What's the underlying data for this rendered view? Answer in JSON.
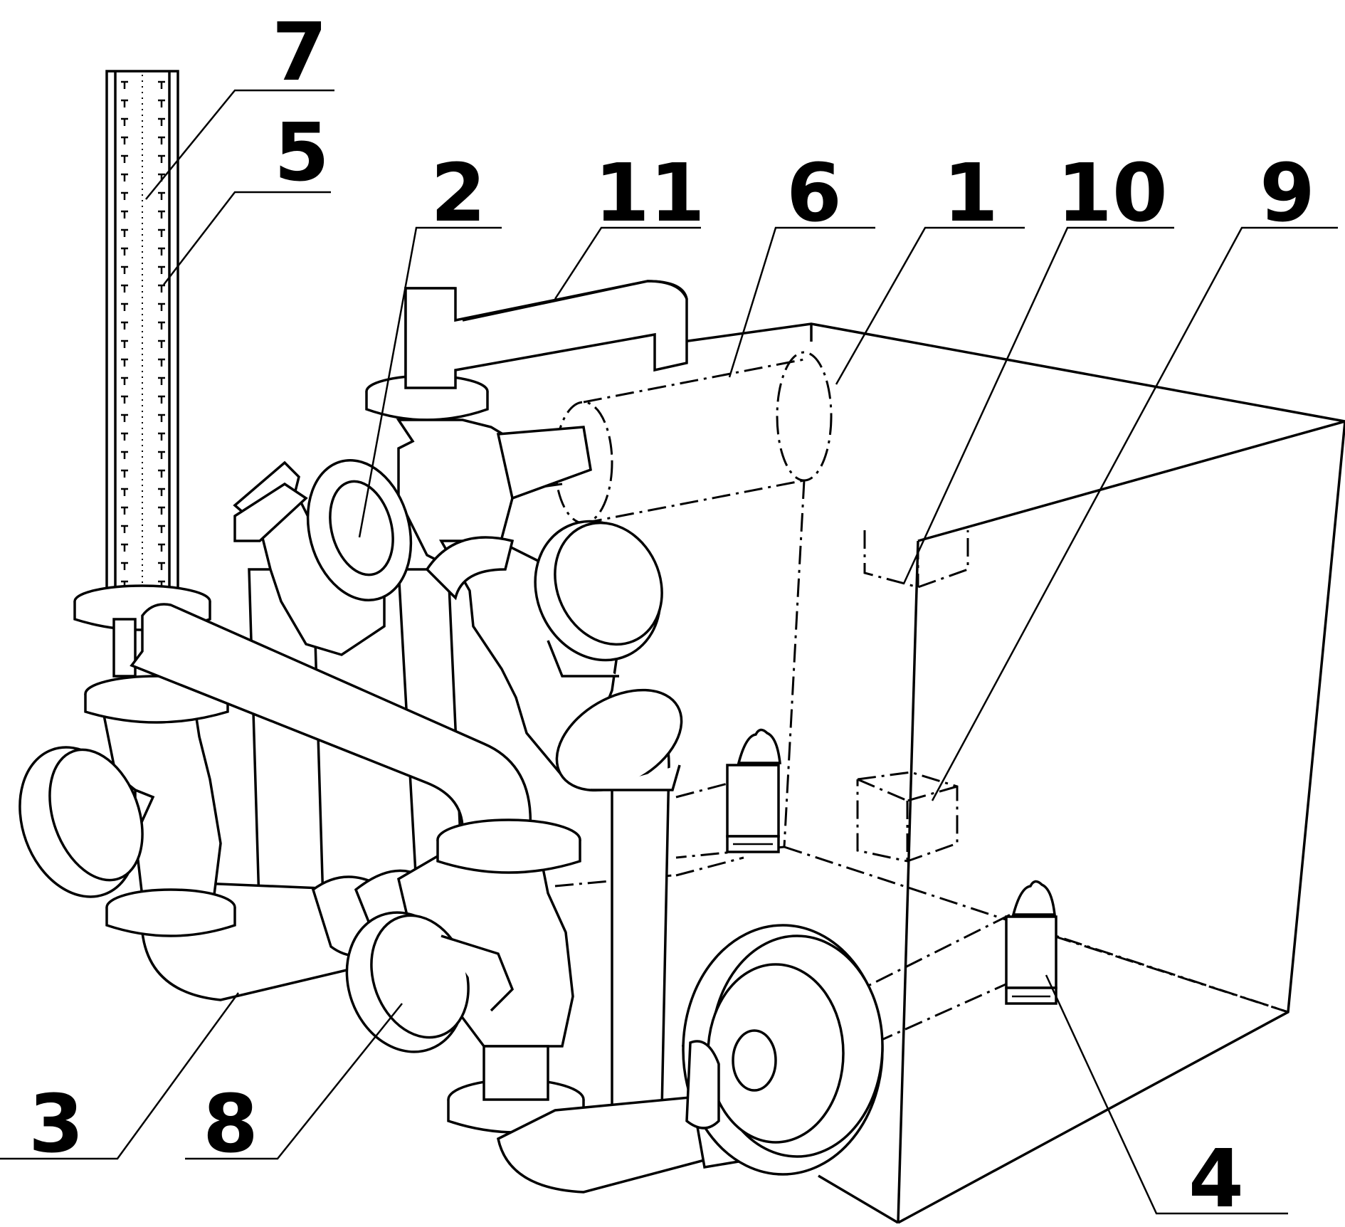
{
  "figure": {
    "labels": [
      {
        "key": "label-7",
        "text": "7"
      },
      {
        "key": "label-5",
        "text": "5"
      },
      {
        "key": "label-2",
        "text": "2"
      },
      {
        "key": "label-11",
        "text": "11"
      },
      {
        "key": "label-6",
        "text": "6"
      },
      {
        "key": "label-1",
        "text": "1"
      },
      {
        "key": "label-10",
        "text": "10"
      },
      {
        "key": "label-9",
        "text": "9"
      },
      {
        "key": "label-3",
        "text": "3"
      },
      {
        "key": "label-8",
        "text": "8"
      },
      {
        "key": "label-4",
        "text": "4"
      }
    ]
  }
}
